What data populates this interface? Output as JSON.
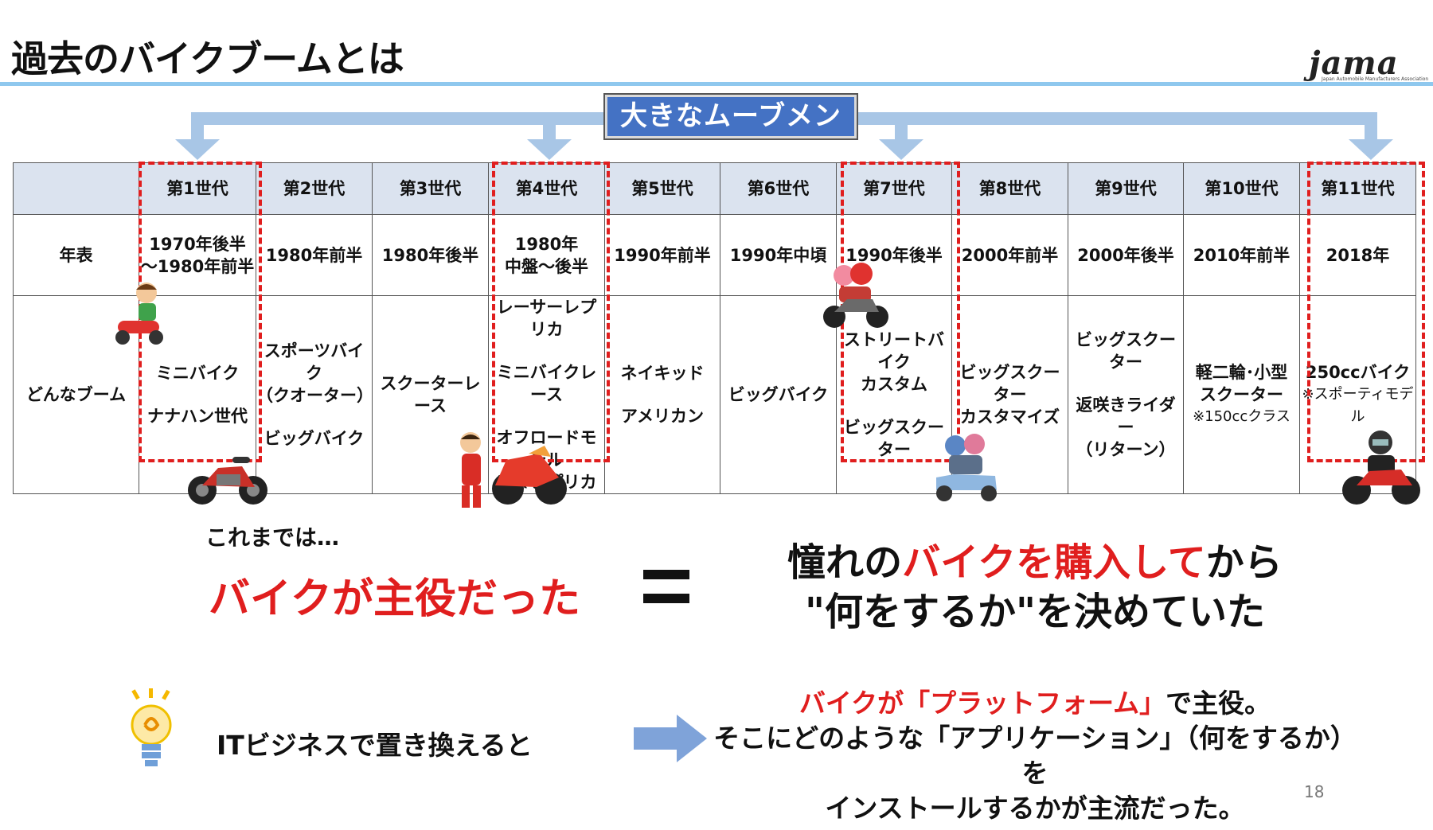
{
  "title": "過去のバイクブームとは",
  "logo": {
    "word": "jama",
    "subtitle": "Japan Automobile Manufacturers Association"
  },
  "movement_label": "大きなムーブメント",
  "table": {
    "row_labels": [
      "",
      "年表",
      "どんなブーム"
    ],
    "columns": [
      {
        "gen": "第1世代",
        "years": [
          "1970年後半",
          "～1980年前半"
        ],
        "booms": [
          [
            "ミニバイク"
          ],
          [
            "ナナハン世代"
          ]
        ],
        "highlight": true
      },
      {
        "gen": "第2世代",
        "years": [
          "1980年前半"
        ],
        "booms": [
          [
            "スポーツバイク",
            "（クオーター）"
          ],
          [
            "ビッグバイク"
          ]
        ],
        "highlight": false
      },
      {
        "gen": "第3世代",
        "years": [
          "1980年後半"
        ],
        "booms": [
          [
            "スクーターレース"
          ]
        ],
        "highlight": false
      },
      {
        "gen": "第4世代",
        "years": [
          "1980年",
          "中盤～後半"
        ],
        "booms": [
          [
            "レーサーレプリカ"
          ],
          [
            "ミニバイクレース"
          ],
          [
            "オフロードモデル",
            "ＭＸレプリカ"
          ]
        ],
        "highlight": true
      },
      {
        "gen": "第5世代",
        "years": [
          "1990年前半"
        ],
        "booms": [
          [
            "ネイキッド"
          ],
          [
            "アメリカン"
          ]
        ],
        "highlight": false
      },
      {
        "gen": "第6世代",
        "years": [
          "1990年中頃"
        ],
        "booms": [
          [
            "ビッグバイク"
          ]
        ],
        "highlight": false
      },
      {
        "gen": "第7世代",
        "years": [
          "1990年後半"
        ],
        "booms": [
          [
            "ストリートバイク",
            "カスタム"
          ],
          [
            "ビッグスクーター"
          ]
        ],
        "highlight": true
      },
      {
        "gen": "第8世代",
        "years": [
          "2000年前半"
        ],
        "booms": [
          [
            "ビッグスクーター",
            "カスタマイズ"
          ]
        ],
        "highlight": false
      },
      {
        "gen": "第9世代",
        "years": [
          "2000年後半"
        ],
        "booms": [
          [
            "ビッグスクーター"
          ],
          [
            "返咲きライダー",
            "（リターン）"
          ]
        ],
        "highlight": false
      },
      {
        "gen": "第10世代",
        "years": [
          "2010年前半"
        ],
        "booms": [
          [
            "軽二輪･小型",
            "スクーター"
          ]
        ],
        "note": "※150ccクラス",
        "highlight": false
      },
      {
        "gen": "第11世代",
        "years": [
          "2018年"
        ],
        "booms": [
          [
            "250ccバイク"
          ]
        ],
        "note": "※スポーティモデル",
        "highlight": true
      }
    ]
  },
  "left_caption_small": "これまでは…",
  "left_caption_big": "バイクが主役だった",
  "right_caption": {
    "line1_pre": "憧れの",
    "line1_red": "バイクを購入して",
    "line1_post": "から",
    "line2": "\"何をするか\"を決めていた"
  },
  "it_text": "ITビジネスで置き換えると",
  "bottom_right": {
    "line1_red": "バイクが「プラットフォーム」",
    "line1_post": "で主役。",
    "line2": "そこにどのような「アプリケーション」（何をするか）を",
    "line3": "インストールするかが主流だった。"
  },
  "page_number": "18",
  "colors": {
    "accent_red": "#e01e1e",
    "movement_blue": "#4472c4",
    "arrow_blue": "#a8c6e6",
    "header_fill": "#dbe3ef"
  }
}
